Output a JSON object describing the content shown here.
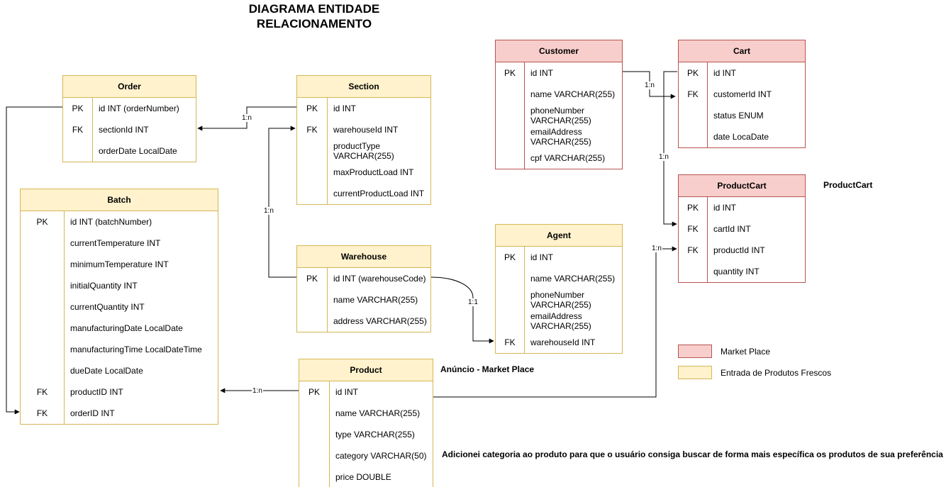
{
  "title": [
    "DIAGRAMA ENTIDADE",
    "RELACIONAMENTO"
  ],
  "entities": {
    "order": {
      "name": "Order",
      "rows": [
        {
          "key": "PK",
          "field": "id INT (orderNumber)"
        },
        {
          "key": "FK",
          "field": "sectionId INT"
        },
        {
          "key": "",
          "field": "orderDate LocalDate"
        }
      ]
    },
    "section": {
      "name": "Section",
      "rows": [
        {
          "key": "PK",
          "field": "id INT"
        },
        {
          "key": "FK",
          "field": "warehouseId INT"
        },
        {
          "key": "",
          "field": "productType VARCHAR(255)"
        },
        {
          "key": "",
          "field": "maxProductLoad INT"
        },
        {
          "key": "",
          "field": "currentProductLoad INT"
        }
      ]
    },
    "batch": {
      "name": "Batch",
      "rows": [
        {
          "key": "PK",
          "field": "id INT (batchNumber)"
        },
        {
          "key": "",
          "field": "currentTemperature INT"
        },
        {
          "key": "",
          "field": "minimumTemperature INT"
        },
        {
          "key": "",
          "field": "initialQuantity INT"
        },
        {
          "key": "",
          "field": "currentQuantity INT"
        },
        {
          "key": "",
          "field": "manufacturingDate LocalDate"
        },
        {
          "key": "",
          "field": "manufacturingTime LocalDateTime"
        },
        {
          "key": "",
          "field": "dueDate LocalDate"
        },
        {
          "key": "FK",
          "field": "productID INT"
        },
        {
          "key": "FK",
          "field": "orderID INT"
        }
      ]
    },
    "warehouse": {
      "name": "Warehouse",
      "rows": [
        {
          "key": "PK",
          "field": "id INT (warehouseCode)"
        },
        {
          "key": "",
          "field": "name VARCHAR(255)"
        },
        {
          "key": "",
          "field": "address VARCHAR(255)"
        }
      ]
    },
    "product": {
      "name": "Product",
      "rows": [
        {
          "key": "PK",
          "field": "id INT"
        },
        {
          "key": "",
          "field": "name VARCHAR(255)"
        },
        {
          "key": "",
          "field": "type VARCHAR(255)"
        },
        {
          "key": "",
          "field": "category VARCHAR(50)"
        },
        {
          "key": "",
          "field": "price DOUBLE"
        }
      ]
    },
    "customer": {
      "name": "Customer",
      "rows": [
        {
          "key": "PK",
          "field": "id INT"
        },
        {
          "key": "",
          "field": "name VARCHAR(255)"
        },
        {
          "key": "",
          "field": "phoneNumber VARCHAR(255)"
        },
        {
          "key": "",
          "field": "emailAddress VARCHAR(255)"
        },
        {
          "key": "",
          "field": "cpf VARCHAR(255)"
        }
      ]
    },
    "agent": {
      "name": "Agent",
      "rows": [
        {
          "key": "PK",
          "field": "id INT"
        },
        {
          "key": "",
          "field": "name VARCHAR(255)"
        },
        {
          "key": "",
          "field": "phoneNumber VARCHAR(255)"
        },
        {
          "key": "",
          "field": "emailAddress VARCHAR(255)"
        },
        {
          "key": "FK",
          "field": "warehouseId INT"
        }
      ]
    },
    "cart": {
      "name": "Cart",
      "rows": [
        {
          "key": "PK",
          "field": "id INT"
        },
        {
          "key": "FK",
          "field": "customerId INT"
        },
        {
          "key": "",
          "field": "status ENUM"
        },
        {
          "key": "",
          "field": "date LocaDate"
        }
      ]
    },
    "productcart": {
      "name": "ProductCart",
      "rows": [
        {
          "key": "PK",
          "field": "id INT"
        },
        {
          "key": "FK",
          "field": "cartId INT"
        },
        {
          "key": "FK",
          "field": "productId INT"
        },
        {
          "key": "",
          "field": "quantity INT"
        }
      ]
    }
  },
  "cardinalities": {
    "order_section": "1:n",
    "section_warehouse": "1:n",
    "warehouse_agent": "1:1",
    "product_batch": "1:n",
    "customer_cart": "1:n",
    "cart_productcart": "1:n",
    "product_productcart": "1:n"
  },
  "notes": {
    "productcart_label": "ProductCart",
    "anuncio": "Anúncio - Market Place",
    "categoria": "Adicionei categoria ao produto para que o usuário consiga buscar de forma mais específica os produtos de sua preferência"
  },
  "legend": {
    "market": "Market Place",
    "fresh": "Entrada de Produtos Frescos"
  },
  "colors": {
    "market_fill": "#f8cecc",
    "market_stroke": "#b85450",
    "fresh_fill": "#fff2cc",
    "fresh_stroke": "#d6b656"
  }
}
